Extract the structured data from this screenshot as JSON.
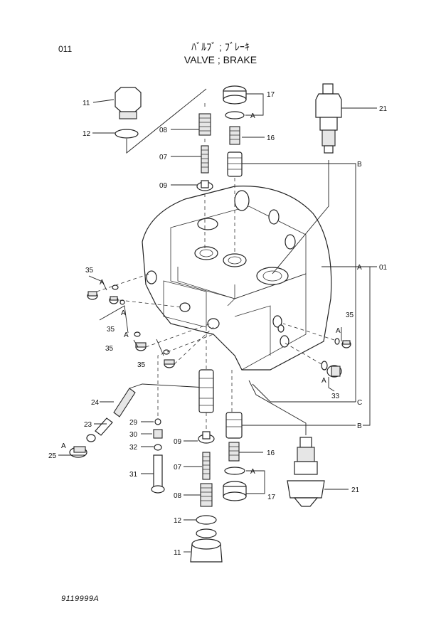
{
  "header": {
    "page_code": "011",
    "title_jp": "ﾊﾞﾙﾌﾞ ; ﾌﾞﾚｰｷ",
    "title_en": "VALVE ; BRAKE"
  },
  "footer": {
    "doc_code": "9119999A"
  },
  "callouts": {
    "c01": "01",
    "c07a": "07",
    "c07b": "07",
    "c08a": "08",
    "c08b": "08",
    "c09a": "09",
    "c09b": "09",
    "c11a": "11",
    "c11b": "11",
    "c12a": "12",
    "c12b": "12",
    "c16a": "16",
    "c16b": "16",
    "c17a": "17",
    "c17b": "17",
    "c21a": "21",
    "c21b": "21",
    "c23": "23",
    "c24": "24",
    "c25": "25",
    "c29": "29",
    "c30": "30",
    "c31": "31",
    "c32": "32",
    "c33": "33",
    "c35a": "35",
    "c35b": "35",
    "c35c": "35",
    "c35d": "35",
    "c35e": "35"
  },
  "refs": {
    "A1": "A",
    "A2": "A",
    "A3": "A",
    "A4": "A",
    "A5": "A",
    "A6": "A",
    "A7": "A",
    "A8": "A",
    "A9": "A",
    "B1": "B",
    "B2": "B",
    "C1": "C"
  }
}
